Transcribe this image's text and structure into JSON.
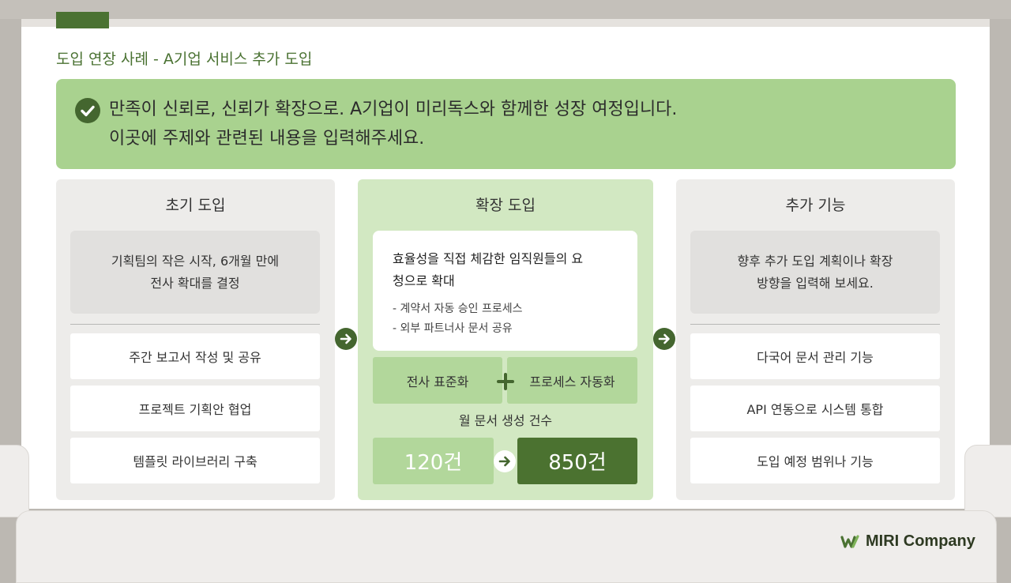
{
  "title": "도입 연장 사례 - A기업 서비스 추가 도입",
  "banner": {
    "line1": "만족이 신뢰로, 신뢰가 확장으로. A기업이 미리독스와 함께한 성장 여정입니다.",
    "line2": "이곳에 주제와 관련된 내용을 입력해주세요."
  },
  "left": {
    "title": "초기 도입",
    "summary_line1": "기획팀의 작은 시작, 6개월 만에",
    "summary_line2": "전사 확대를 결정",
    "items": [
      "주간 보고서 작성 및 공유",
      "프로젝트 기획안 협업",
      "템플릿 라이브러리 구축"
    ]
  },
  "middle": {
    "title": "확장 도입",
    "summary_line1": "효율성을 직접 체감한 임직원들의 요",
    "summary_line2": "청으로 확대",
    "bullets": [
      "- 계약서 자동 승인 프로세스",
      "- 외부 파트너사 문서 공유"
    ],
    "pill_left": "전사 표준화",
    "pill_right": "프로세스 자동화",
    "count_label": "월 문서 생성 건수",
    "count_before": "120건",
    "count_after": "850건"
  },
  "right": {
    "title": "추가 기능",
    "summary_line1": "향후 추가 도입 계획이나 확장",
    "summary_line2": "방향을 입력해 보세요.",
    "items": [
      "다국어 문서 관리 기능",
      "API 연동으로 시스템 통합",
      "도입 예정 범위나 기능"
    ]
  },
  "footer": {
    "logo_text": "MIRI Company"
  },
  "colors": {
    "accent_dark": "#4a7232",
    "banner_green": "#a9d28f",
    "mid_panel": "#d2e8c2",
    "pill": "#b2d79b",
    "count_before_bg": "#b2d79b",
    "count_after_bg": "#4b7230"
  },
  "icons": [
    "check-circle-icon",
    "arrow-right-circle-icon",
    "plus-icon",
    "miri-logo-icon"
  ]
}
